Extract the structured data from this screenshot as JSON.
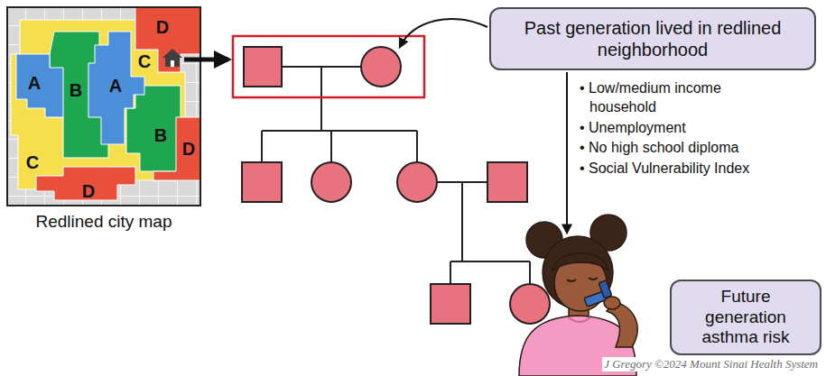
{
  "diagram": {
    "nodes": [
      {
        "text": [
          "Past generation lived in redlined neighborhood"
        ]
      },
      {
        "text": [
          "Future generation asthma risk"
        ]
      }
    ],
    "labels": [
      "D",
      "C",
      "A",
      "B",
      "A",
      "B",
      "C",
      "D",
      "D",
      "Redlined city map",
      "• Low/medium income household",
      "• Unemployment",
      "• No high school diploma",
      "• Social Vulnerability Index",
      "J Gregory ©2024 Mount Sinai Health System"
    ]
  }
}
